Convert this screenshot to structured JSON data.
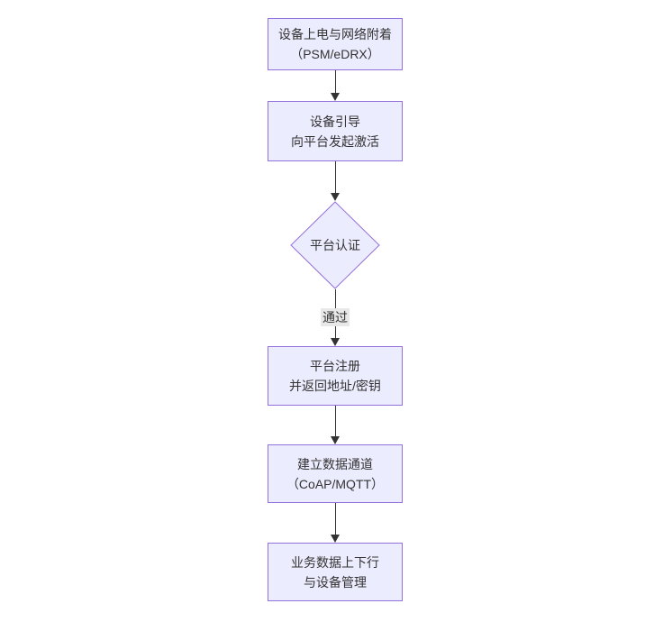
{
  "diagram": {
    "type": "flowchart",
    "direction": "top-down",
    "colors": {
      "node_fill": "#ECECFF",
      "node_border": "#9370DB",
      "text": "#333333",
      "arrow": "#333333",
      "edge_label_bg": "#e8e8e8",
      "background": "#ffffff"
    },
    "nodes": [
      {
        "shape": "rect",
        "lines": [
          "设备上电与网络附着",
          "（PSM/eDRX）"
        ]
      },
      {
        "shape": "rect",
        "lines": [
          "设备引导",
          "向平台发起激活"
        ]
      },
      {
        "shape": "diamond",
        "lines": [
          "平台认证"
        ]
      },
      {
        "shape": "rect",
        "lines": [
          "平台注册",
          "并返回地址/密钥"
        ]
      },
      {
        "shape": "rect",
        "lines": [
          "建立数据通道",
          "（CoAP/MQTT）"
        ]
      },
      {
        "shape": "rect",
        "lines": [
          "业务数据上下行",
          "与设备管理"
        ]
      }
    ],
    "edges": [
      {
        "from": 0,
        "to": 1,
        "label": ""
      },
      {
        "from": 1,
        "to": 2,
        "label": ""
      },
      {
        "from": 2,
        "to": 3,
        "label": "通过"
      },
      {
        "from": 3,
        "to": 4,
        "label": ""
      },
      {
        "from": 4,
        "to": 5,
        "label": ""
      }
    ]
  }
}
